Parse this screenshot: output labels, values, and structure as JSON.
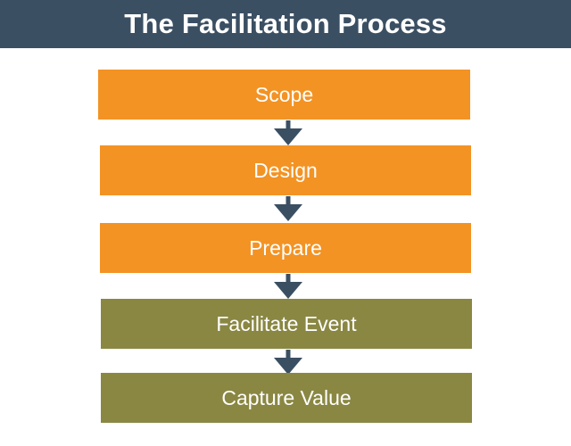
{
  "header": {
    "title": "The Facilitation Process"
  },
  "colors": {
    "header_bg": "#3b4f63",
    "orange": "#f39324",
    "olive": "#8a8743",
    "arrow": "#3b4f63"
  },
  "steps": [
    {
      "label": "Scope",
      "color": "orange"
    },
    {
      "label": "Design",
      "color": "orange"
    },
    {
      "label": "Prepare",
      "color": "orange"
    },
    {
      "label": "Facilitate Event",
      "color": "olive"
    },
    {
      "label": "Capture Value",
      "color": "olive"
    }
  ],
  "arrows": {
    "icon": "down-arrow-icon",
    "count": 4
  }
}
